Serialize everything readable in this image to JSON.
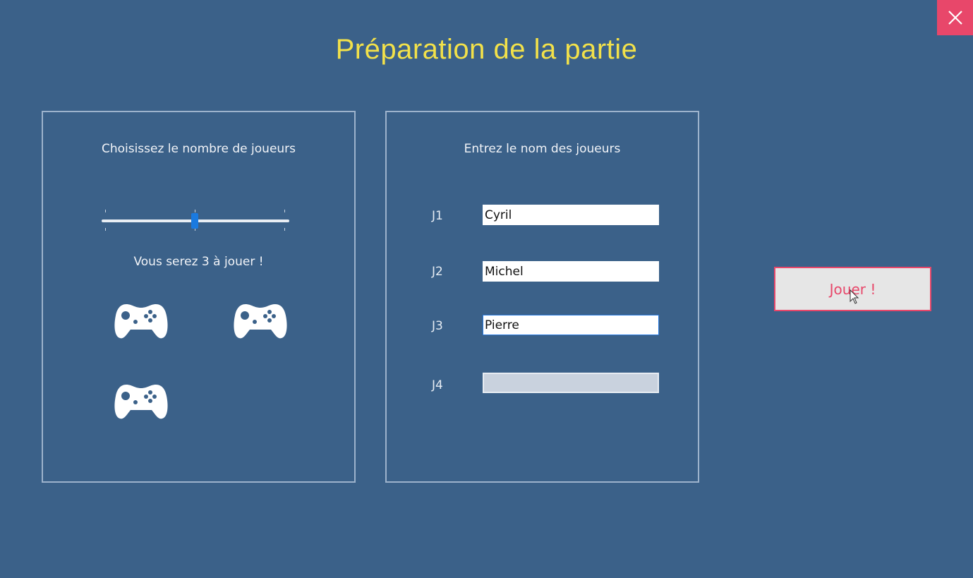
{
  "window": {
    "close_icon": "close-x-icon",
    "accent_color": "#e8476a",
    "background_color": "#3b6189",
    "title_color": "#f2e14a"
  },
  "title": "Préparation de la partie",
  "player_count_panel": {
    "heading": "Choisissez le nombre de joueurs",
    "slider": {
      "min": 1,
      "max": 4,
      "value": 3
    },
    "status_text": "Vous serez 3 à jouer !",
    "gamepad_icon": "gamepad-icon",
    "gamepad_count": 3
  },
  "player_names_panel": {
    "heading": "Entrez le nom des joueurs",
    "players": [
      {
        "label": "J1",
        "value": "Cyril",
        "enabled": true
      },
      {
        "label": "J2",
        "value": "Michel",
        "enabled": true
      },
      {
        "label": "J3",
        "value": "Pierre",
        "enabled": true
      },
      {
        "label": "J4",
        "value": "",
        "enabled": false
      }
    ]
  },
  "play_button": {
    "label": "Jouer !"
  }
}
